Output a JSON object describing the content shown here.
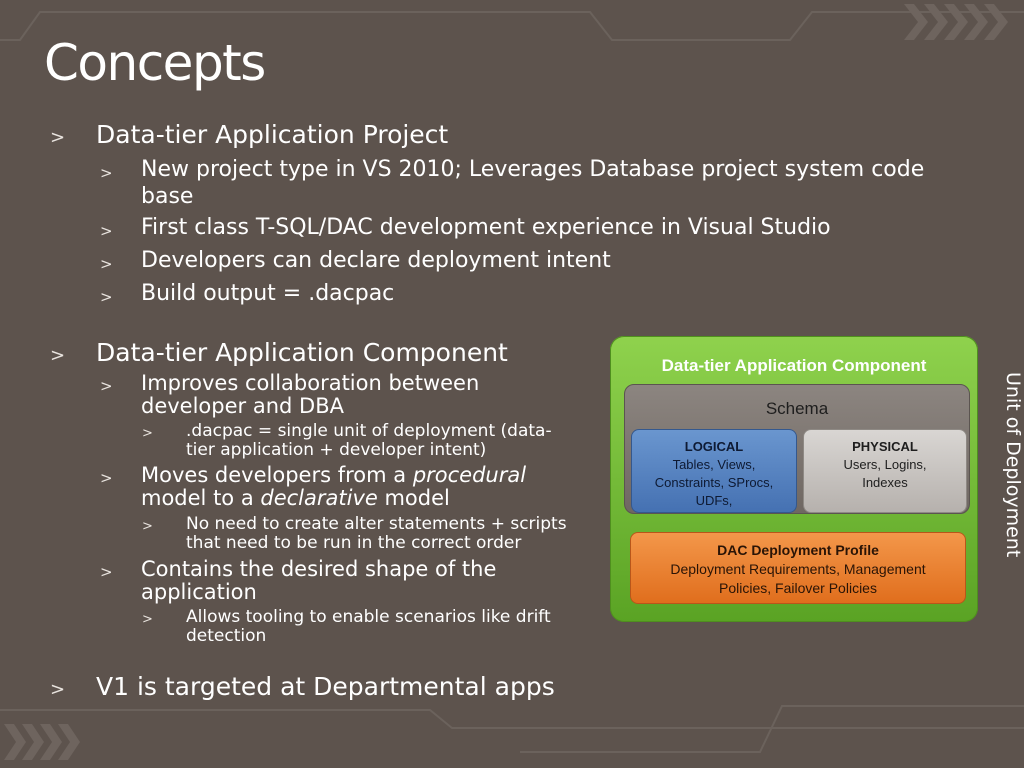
{
  "slide": {
    "title": "Concepts",
    "bullet_glyph": ">",
    "sections": [
      {
        "heading": "Data-tier Application Project",
        "items": [
          "New project type in VS 2010; Leverages Database project system code",
          "base",
          "First class T-SQL/DAC development experience in Visual Studio",
          "Developers can declare deployment intent",
          "Build output = .dacpac"
        ]
      },
      {
        "heading": "Data-tier Application Component",
        "items": [
          "Improves collaboration between",
          "developer and DBA",
          ".dacpac = single unit of deployment (data-",
          "tier application + developer intent)",
          "Moves developers from a ",
          "procedural",
          "model to a ",
          "declarative",
          " model",
          "No need to create alter statements + scripts",
          "that need to be run in the correct order",
          "Contains the desired shape of the",
          "application",
          "Allows tooling to enable scenarios like drift",
          "detection"
        ]
      },
      {
        "heading": "V1 is targeted at Departmental apps",
        "items": []
      }
    ]
  },
  "diagram": {
    "title": "Data-tier Application Component",
    "schema_label": "Schema",
    "logical": {
      "heading": "LOGICAL",
      "lines": [
        "Tables, Views,",
        "Constraints, SProcs,",
        "UDFs,"
      ]
    },
    "physical": {
      "heading": "PHYSICAL",
      "lines": [
        "Users, Logins,",
        "Indexes"
      ]
    },
    "deployment": {
      "heading": "DAC Deployment Profile",
      "lines": [
        "Deployment Requirements, Management",
        "Policies, Failover Policies"
      ]
    },
    "side_label": "Unit of Deployment"
  },
  "colors": {
    "background": "#5d534d",
    "component_green": "#6fbb32",
    "logical_blue": "#5a86c2",
    "physical_gray": "#c8c4c0",
    "deployment_orange": "#ea7f2f"
  }
}
